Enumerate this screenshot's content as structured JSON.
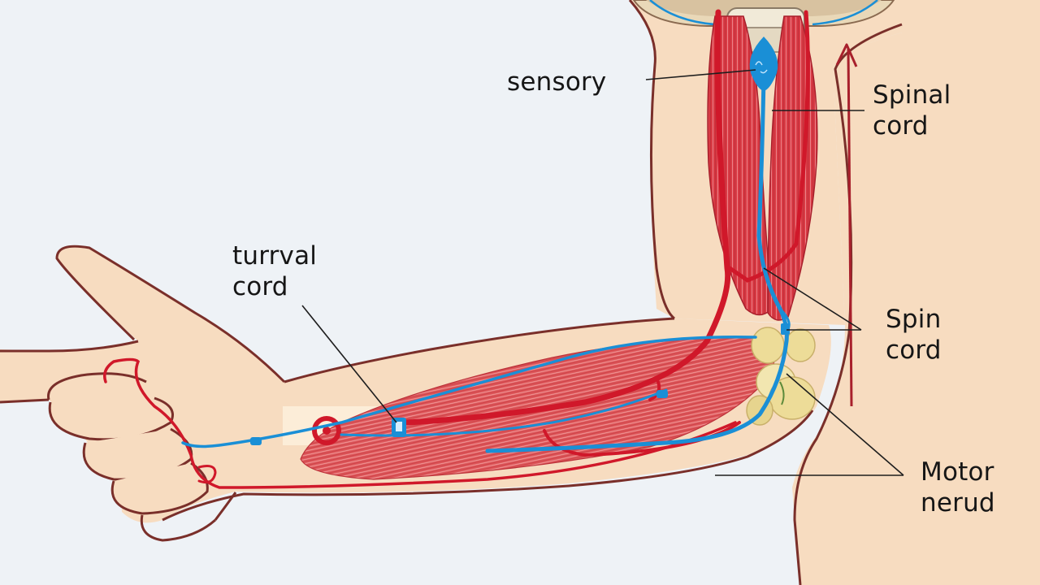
{
  "labels": {
    "sensory": "sensory",
    "spinal_cord": [
      "Spinal",
      "cord"
    ],
    "turrval_cord": [
      "turrval",
      "cord"
    ],
    "spin_cord": [
      "Spin",
      "cord"
    ],
    "motor_nerud": [
      "Motor",
      "nerud"
    ]
  },
  "colors": {
    "background": "#eef2f6",
    "skin": "#f7dcc0",
    "skin_outline": "#7a2f2a",
    "muscle": "#d83a44",
    "artery": "#d0182a",
    "nerve": "#1a8fd6",
    "bone": "#efe3c8",
    "joint": "#eddc98",
    "leader_line": "#1e1e1e"
  }
}
